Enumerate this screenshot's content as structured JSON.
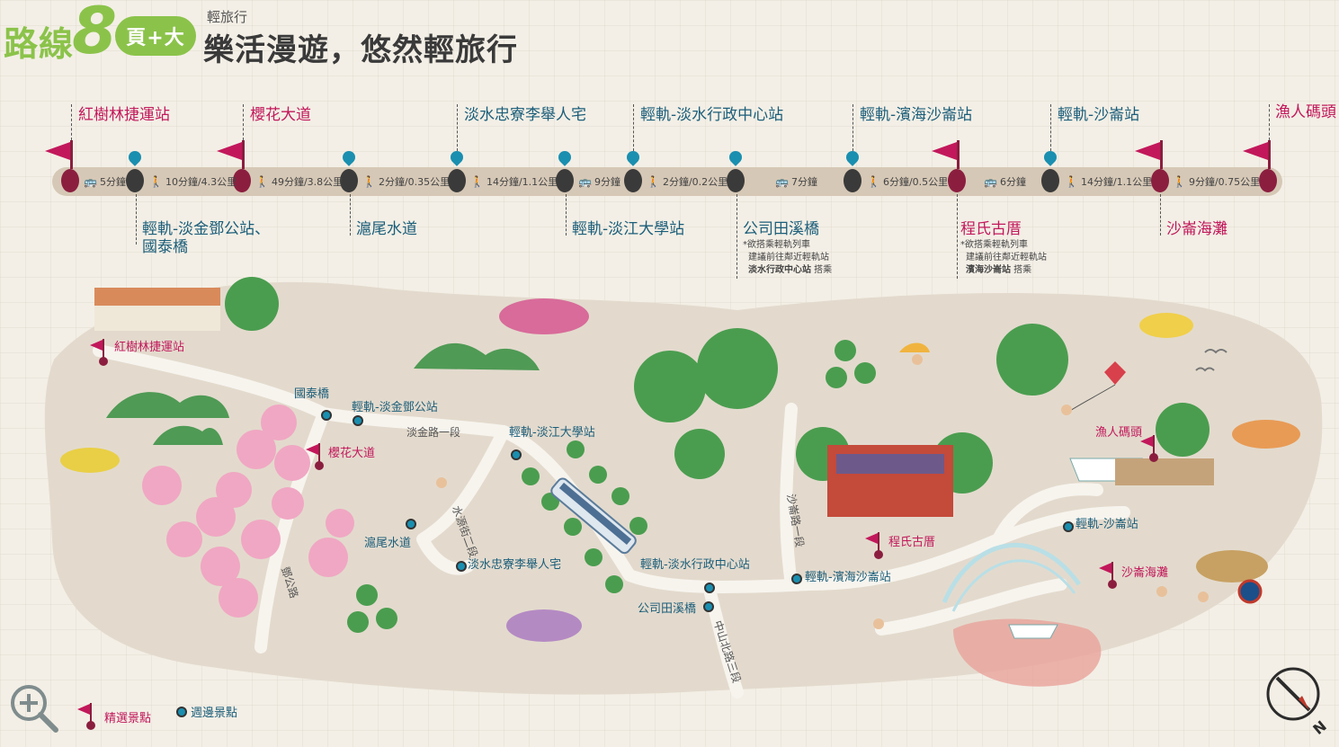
{
  "header": {
    "route_label": "路線",
    "route_number": "8",
    "mode_badge": "頁+大",
    "subtitle": "輕旅行",
    "title": "樂活漫遊，悠然輕旅行"
  },
  "timeline": {
    "top_labels": [
      "紅樹林捷運站",
      "櫻花大道",
      "淡水忠寮李舉人宅",
      "輕軌-淡水行政中心站",
      "輕軌-濱海沙崙站",
      "輕軌-沙崙站",
      "漁人碼頭"
    ],
    "bottom_labels": [
      "輕軌-淡金鄧公站、",
      "國泰橋",
      "滬尾水道",
      "輕軌-淡江大學站",
      "公司田溪橋",
      "程氏古厝",
      "沙崙海灘"
    ],
    "segments": [
      "5分鐘",
      "10分鐘/4.3公里",
      "49分鐘/3.8公里",
      "2分鐘/0.35公里",
      "14分鐘/1.1公里",
      "9分鐘",
      "2分鐘/0.2公里",
      "7分鐘",
      "6分鐘/0.5公里",
      "6分鐘",
      "14分鐘/1.1公里",
      "9分鐘/0.75公里"
    ],
    "note1": {
      "line1": "*欲搭乘輕軌列車",
      "line2": "建議前往鄰近輕軌站",
      "strong": "淡水行政中心站",
      "tail": " 搭乘"
    },
    "note2": {
      "line1": "*欲搭乘輕軌列車",
      "line2": "建議前往鄰近輕軌站",
      "strong": "濱海沙崙站",
      "tail": " 搭乘"
    }
  },
  "map": {
    "labels": {
      "hongshulin": "紅樹林捷運站",
      "guotai": "國泰橋",
      "dengong": "輕軌-淡金鄧公站",
      "danjin_road": "淡金路一段",
      "tamkang": "輕軌-淡江大學站",
      "sakura": "櫻花大道",
      "shuiyuan": "水源街二段",
      "huwei": "滬尾水道",
      "zhongliao": "淡水忠寮李舉人宅",
      "admin": "輕軌-淡水行政中心站",
      "gongsitian": "公司田溪橋",
      "zhongshan": "中山北路三段",
      "denggong_road": "鄧公路",
      "shalun_road": "沙崙路一段",
      "cheng": "程氏古厝",
      "binhai": "輕軌-濱海沙崙站",
      "fisherman": "漁人碼頭",
      "shalun_station": "輕軌-沙崙站",
      "beach": "沙崙海灘"
    }
  },
  "legend": {
    "selected": "精選景點",
    "peripheral": "週邊景點"
  },
  "colors": {
    "accent_green": "#8bc34a",
    "selected_pink": "#c2185b",
    "peripheral_blue": "#1a8fb0",
    "track": "#d6c8b6"
  }
}
